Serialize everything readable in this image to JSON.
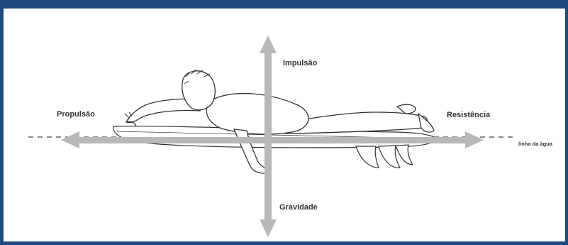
{
  "diagram": {
    "labels": {
      "up": "Impulsão",
      "down": "Gravidade",
      "left": "Propulsão",
      "right": "Resistência",
      "waterline": "linha da água"
    },
    "colors": {
      "frame": "#1f4a7d",
      "arrow": "#b8b8b8",
      "line_art": "#333333",
      "text": "#333333"
    },
    "figure": "surfer lying prone on a surfboard, paddling"
  }
}
